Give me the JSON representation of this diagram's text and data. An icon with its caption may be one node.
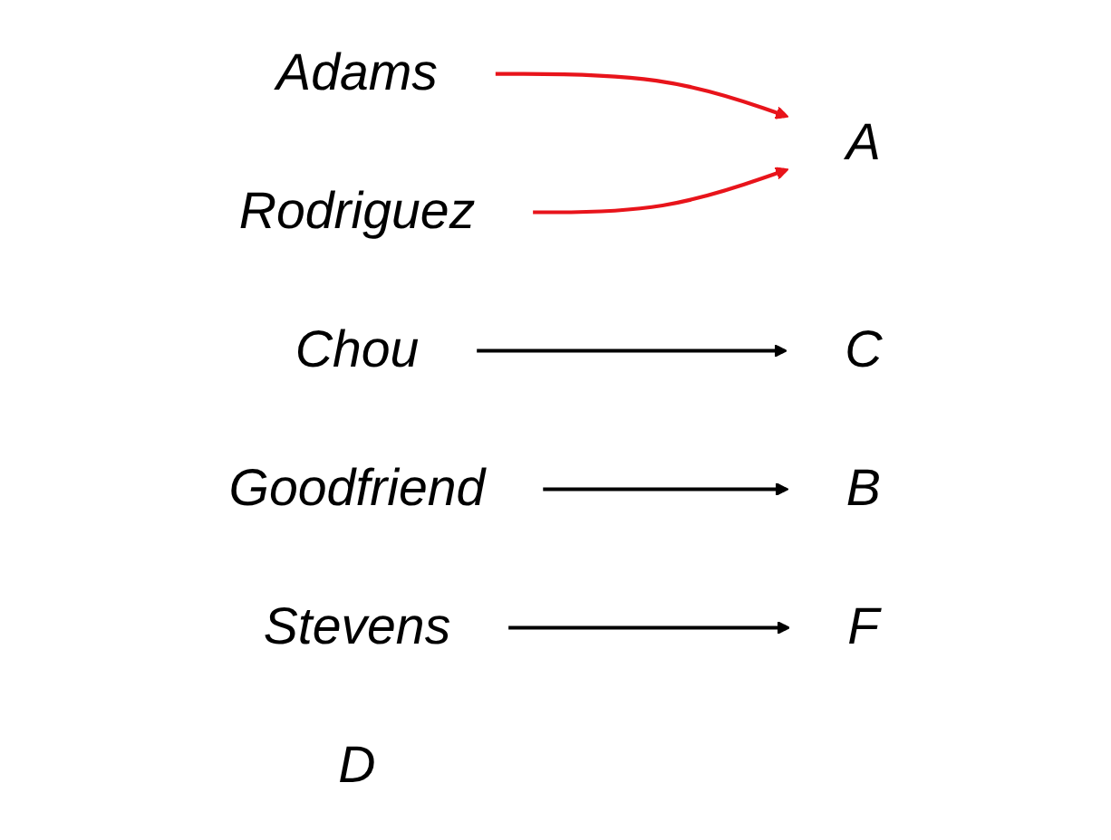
{
  "diagram": {
    "nodes": [
      {
        "text": [
          "Adams"
        ]
      },
      {
        "text": [
          "Chou"
        ]
      },
      {
        "text": [
          "Goodfriend"
        ]
      },
      {
        "text": [
          "Rodriguez"
        ]
      },
      {
        "text": [
          "Stevens"
        ]
      },
      {
        "text": [
          "A"
        ]
      },
      {
        "text": [
          "B"
        ]
      },
      {
        "text": [
          "C"
        ]
      },
      {
        "text": [
          "D"
        ]
      },
      {
        "text": [
          "F"
        ]
      }
    ],
    "edges": [
      {
        "from": 0,
        "to": 5,
        "arrow": "to",
        "color": "#e8141b"
      },
      {
        "from": 1,
        "to": 7,
        "arrow": "to"
      },
      {
        "from": 2,
        "to": 6,
        "arrow": "to"
      },
      {
        "from": 3,
        "to": 5,
        "arrow": "to",
        "color": "#e8141b"
      },
      {
        "from": 4,
        "to": 9,
        "arrow": "to"
      }
    ]
  }
}
